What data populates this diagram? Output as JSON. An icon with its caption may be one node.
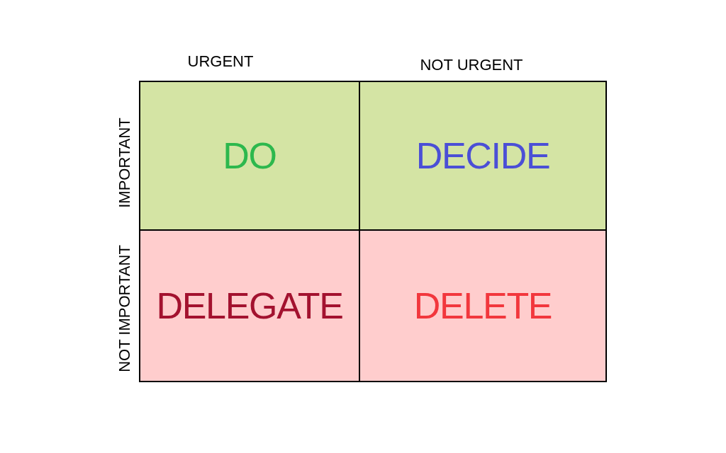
{
  "diagram": {
    "nodes": [
      {
        "text": [
          "DO"
        ]
      },
      {
        "text": [
          "DECIDE"
        ]
      },
      {
        "text": [
          "DELEGATE"
        ]
      },
      {
        "text": [
          "DELETE"
        ]
      }
    ],
    "edges": [],
    "labels": [
      "URGENT",
      "NOT URGENT",
      "IMPORTANT",
      "NOT IMPORTANT"
    ]
  }
}
